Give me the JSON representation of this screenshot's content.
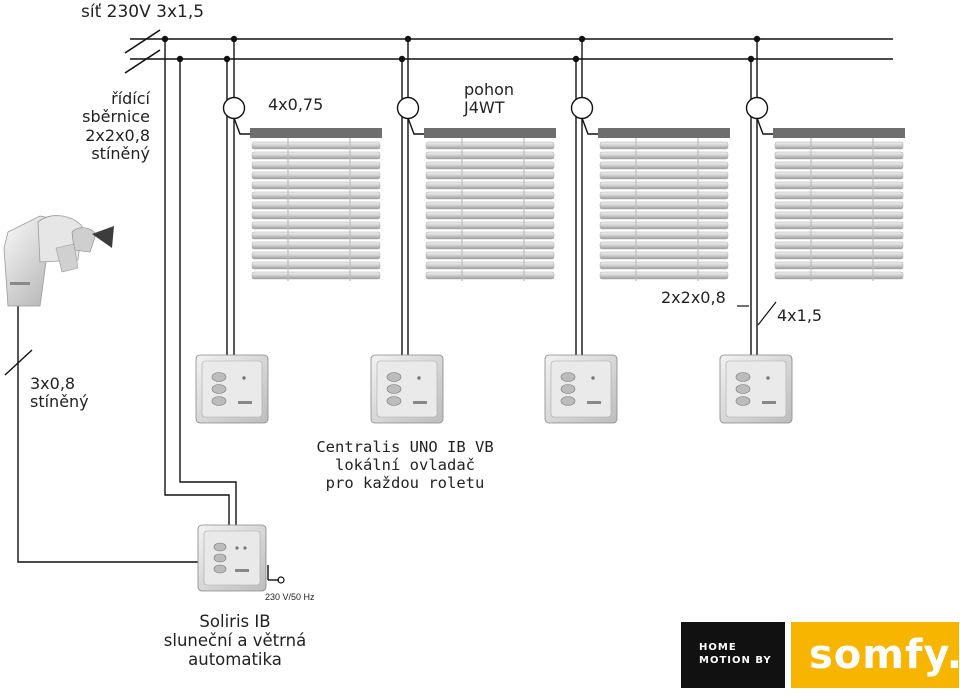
{
  "labels": {
    "mains": "síť 230V 3x1,5",
    "bus_line1": "řídící",
    "bus_line2": "sběrnice",
    "bus_line3": "2x2x0,8",
    "bus_line4": "stíněný",
    "cable_motor": "4x0,75",
    "motor_line1": "pohon",
    "motor_line2": "J4WT",
    "cable_bus": "2x2x0,8",
    "cable_power": "4x1,5",
    "sensor_cable_line1": "3x0,8",
    "sensor_cable_line2": "stíněný",
    "centralis_line1": "Centralis UNO IB VB",
    "centralis_line2": "lokální ovladač",
    "centralis_line3": "pro každou roletu",
    "supply": "230 V/50 Hz",
    "soliris_line1": "Soliris IB",
    "soliris_line2": "sluneční a větrná",
    "soliris_line3": "automatika"
  },
  "logo": {
    "home_line1": "HOME",
    "home_line2": "MOTION BY",
    "brand": "somfy."
  },
  "colors": {
    "wire": "#111111",
    "blind_slat": "#d6d6d6",
    "blind_rail": "#6e6e6e",
    "logo_yellow": "#f7b500",
    "logo_black": "#111111"
  }
}
